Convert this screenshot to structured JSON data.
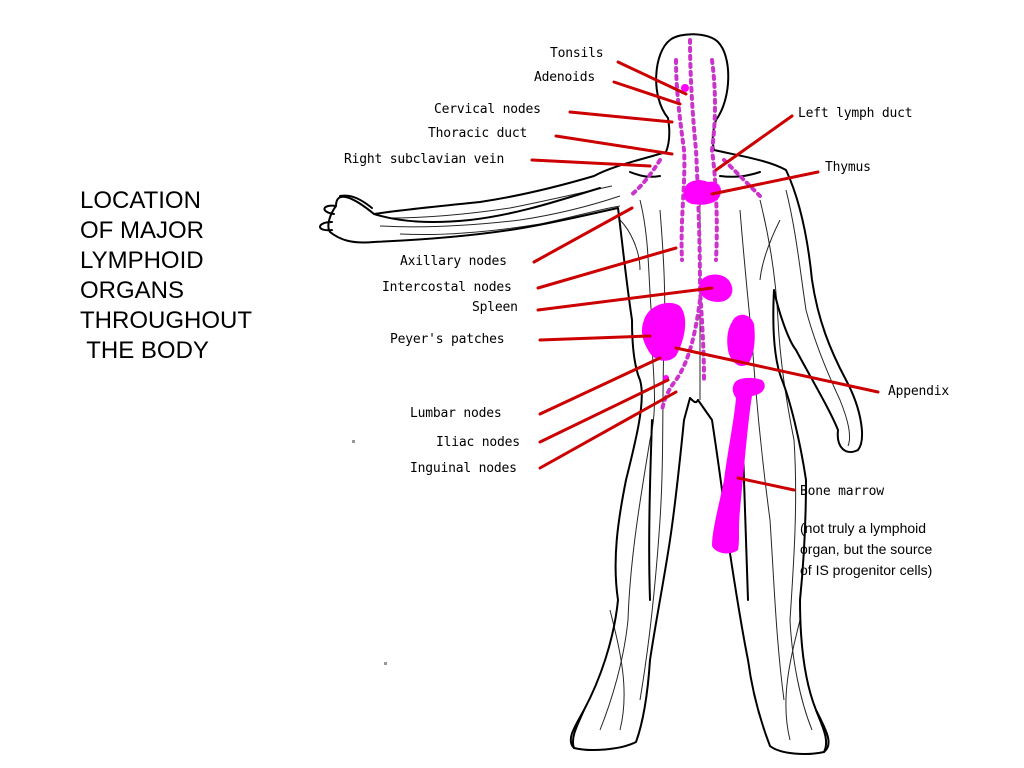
{
  "title": {
    "lines": [
      "LOCATION",
      "OF MAJOR",
      "LYMPHOID",
      "ORGANS",
      "THROUGHOUT",
      " THE BODY"
    ]
  },
  "labels": {
    "tonsils": "Tonsils",
    "adenoids": "Adenoids",
    "cervical_nodes": "Cervical nodes",
    "thoracic_duct": "Thoracic duct",
    "right_subclavian_vein": "Right subclavian vein",
    "left_lymph_duct": "Left lymph duct",
    "thymus": "Thymus",
    "axillary_nodes": "Axillary nodes",
    "intercostal_nodes": "Intercostal nodes",
    "spleen": "Spleen",
    "peyers_patches": "Peyer's patches",
    "appendix": "Appendix",
    "lumbar_nodes": "Lumbar nodes",
    "iliac_nodes": "Iliac nodes",
    "inguinal_nodes": "Inguinal nodes",
    "bone_marrow": "Bone marrow"
  },
  "note": {
    "lines": [
      "(not truly a lymphoid",
      "organ, but the source",
      "of IS progenitor cells)"
    ]
  },
  "colors": {
    "leader_line": "#cc0000",
    "organ_fill": "#ff00ff",
    "lymph_vessel": "#cc33cc",
    "body_outline": "#000000"
  }
}
